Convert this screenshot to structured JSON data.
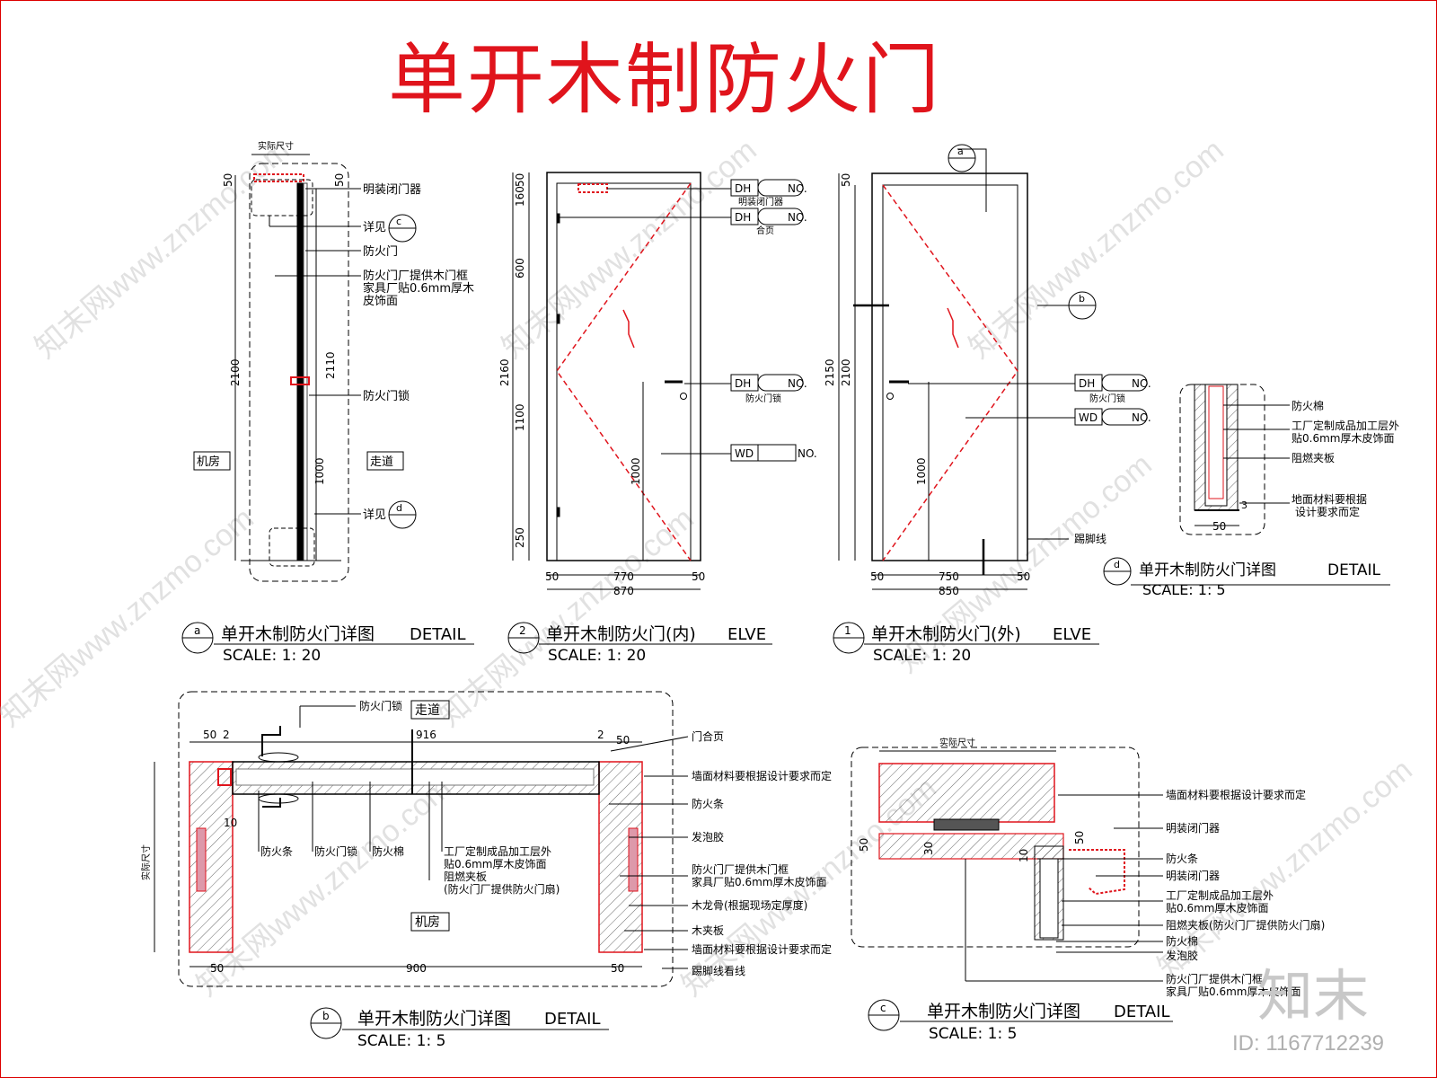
{
  "title": "单开木制防火门",
  "brand": "知末",
  "id_text": "ID: 1167712239",
  "watermark": "知末网www.znzmo.com",
  "colors": {
    "accent": "#e0141c",
    "line": "#000000"
  },
  "detail_a": {
    "tag": "a",
    "title": "单开木制防火门详图",
    "kind": "DETAIL",
    "scale": "SCALE: 1: 20",
    "actual": "实际尺寸",
    "labels": [
      "明装闭门器",
      "详见",
      "防火门",
      "防火门厂提供木门框",
      "家具厂贴0.6mm厚木",
      "皮饰面",
      "防火门锁",
      "详见"
    ],
    "refs": [
      "c",
      "d"
    ],
    "rooms": [
      "机房",
      "走道"
    ],
    "dims": [
      "50",
      "2100",
      "50",
      "2110",
      "1000"
    ]
  },
  "elev_inner": {
    "tag": "2",
    "title": "单开木制防火门(内)",
    "kind": "ELVE",
    "scale": "SCALE: 1: 20",
    "tags": [
      {
        "code": "DH",
        "no": "NO.",
        "caption": "明装闭门器"
      },
      {
        "code": "DH",
        "no": "NO.",
        "caption": "合页"
      },
      {
        "code": "DH",
        "no": "NO.",
        "caption": "防火门锁"
      },
      {
        "code": "WD",
        "no": "NO.",
        "caption": ""
      }
    ],
    "dims_v": [
      "50",
      "160",
      "600",
      "1100",
      "250",
      "2160",
      "1000"
    ],
    "dims_h": [
      "50",
      "770",
      "50",
      "870"
    ]
  },
  "elev_outer": {
    "tag": "1",
    "title": "单开木制防火门(外)",
    "kind": "ELVE",
    "scale": "SCALE: 1: 20",
    "tags": [
      {
        "code": "DH",
        "no": "NO.",
        "caption": "防火门锁"
      },
      {
        "code": "WD",
        "no": "NO.",
        "caption": ""
      }
    ],
    "refs": [
      "a",
      "b"
    ],
    "dims_v": [
      "50",
      "2150",
      "2100",
      "1000"
    ],
    "dims_h": [
      "50",
      "750",
      "50",
      "850"
    ],
    "note": "踢脚线"
  },
  "detail_d": {
    "tag": "d",
    "title": "单开木制防火门详图",
    "kind": "DETAIL",
    "scale": "SCALE: 1: 5",
    "labels": [
      "防火棉",
      "工厂定制成品加工层外",
      "贴0.6mm厚木皮饰面",
      "阻燃夹板",
      "地面材料要根据",
      "设计要求而定"
    ],
    "dims": [
      "50",
      "3"
    ]
  },
  "detail_b": {
    "tag": "b",
    "title": "单开木制防火门详图",
    "kind": "DETAIL",
    "scale": "SCALE: 1: 5",
    "labels": [
      "防火门锁",
      "门合页",
      "墙面材料要根据设计要求而定",
      "防火条",
      "发泡胶",
      "防火门厂提供木门框",
      "家具厂贴0.6mm厚木皮饰面",
      "木龙骨(根据现场定厚度)",
      "木夹板",
      "墙面材料要根据设计要求而定",
      "踢脚线看线"
    ],
    "bottom_labels": [
      "防火条",
      "防火门锁",
      "防火棉",
      "工厂定制成品加工层外",
      "贴0.6mm厚木皮饰面",
      "阻燃夹板",
      "(防火门厂提供防火门扇)"
    ],
    "rooms": [
      "走道",
      "机房"
    ],
    "dims": [
      "50",
      "2",
      "916",
      "2",
      "50",
      "10",
      "50",
      "900",
      "50"
    ],
    "actual": "实际尺寸"
  },
  "detail_c": {
    "tag": "c",
    "title": "单开木制防火门详图",
    "kind": "DETAIL",
    "scale": "SCALE: 1: 5",
    "actual": "实际尺寸",
    "labels": [
      "墙面材料要根据设计要求而定",
      "明装闭门器",
      "防火条",
      "明装闭门器",
      "工厂定制成品加工层外",
      "贴0.6mm厚木皮饰面",
      "阻燃夹板(防火门厂提供防火门扇)",
      "防火棉",
      "发泡胶",
      "防火门厂提供木门框",
      "家具厂贴0.6mm厚木皮饰面"
    ],
    "dims": [
      "50",
      "30",
      "10",
      "50"
    ]
  }
}
